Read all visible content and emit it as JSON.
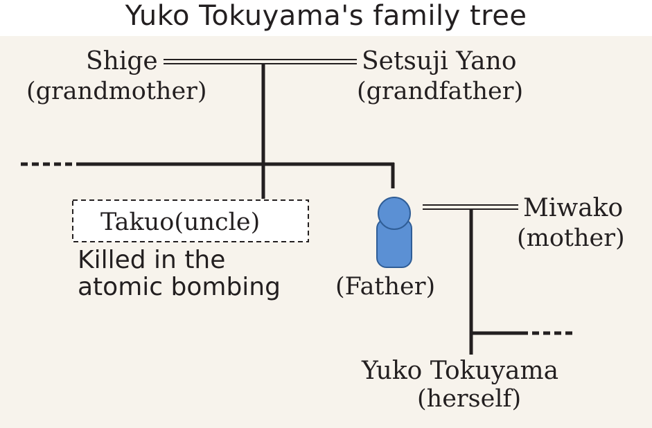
{
  "title": "Yuko Tokuyama's family tree",
  "people": {
    "grandmother": {
      "name": "Shige",
      "relation": "(grandmother)"
    },
    "grandfather": {
      "name": "Setsuji Yano",
      "relation": "(grandfather)"
    },
    "uncle": {
      "label": "Takuo(uncle)"
    },
    "father": {
      "relation": "(Father)"
    },
    "mother": {
      "name": "Miwako",
      "relation": "(mother)"
    },
    "self": {
      "name": "Yuko Tokuyama",
      "relation": "(herself)"
    }
  },
  "note": {
    "line1": "Killed in the",
    "line2": "atomic bombing"
  },
  "colors": {
    "background": "#f7f3ec",
    "line": "#231f20",
    "figure": "#5b90d4"
  }
}
